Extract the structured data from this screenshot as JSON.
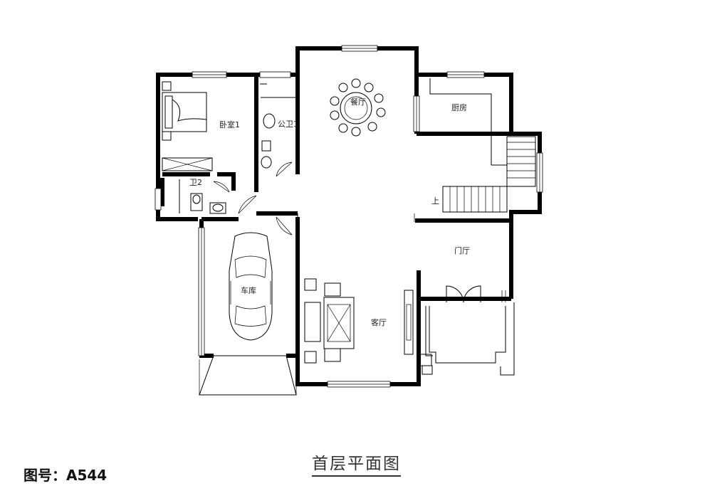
{
  "plan": {
    "title": "首层平面图",
    "code_label": "图号：A544",
    "rooms": {
      "dining": "餐厅",
      "kitchen": "厨房",
      "bedroom1": "卧室1",
      "public_bath1": "公卫1",
      "bath2": "卫2",
      "garage": "车库",
      "foyer": "门厅",
      "living": "客厅",
      "stair_mark": "上"
    }
  }
}
